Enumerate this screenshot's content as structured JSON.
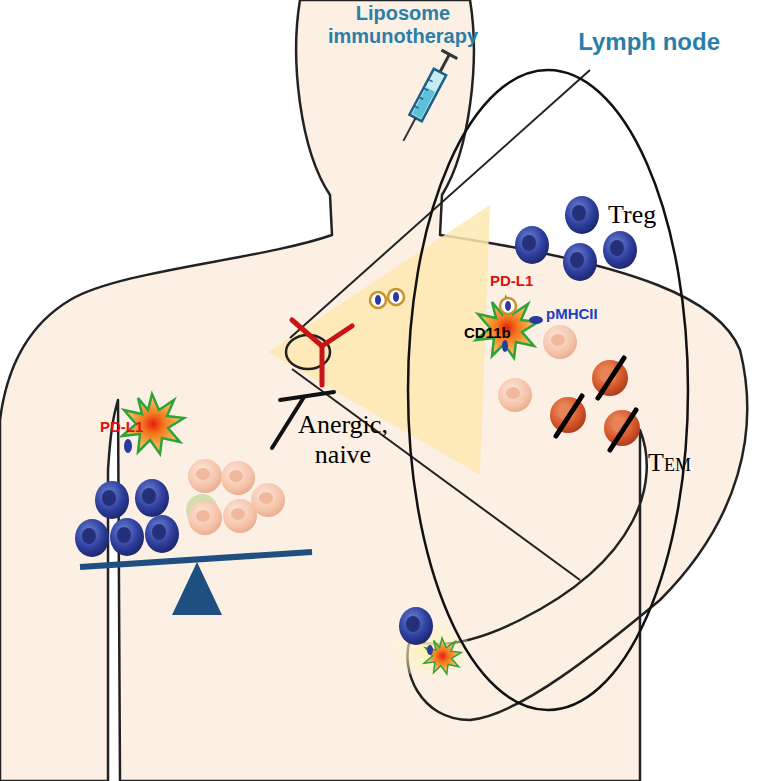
{
  "diagram": {
    "nodes": [
      {
        "text": [
          "Lymph node"
        ]
      }
    ],
    "labels": [
      "Liposome immunotherapy",
      "Treg",
      "PD-L1",
      "pMHCII",
      "CD11b",
      "TEM",
      "Anergic, naive",
      "PD-L1"
    ]
  }
}
